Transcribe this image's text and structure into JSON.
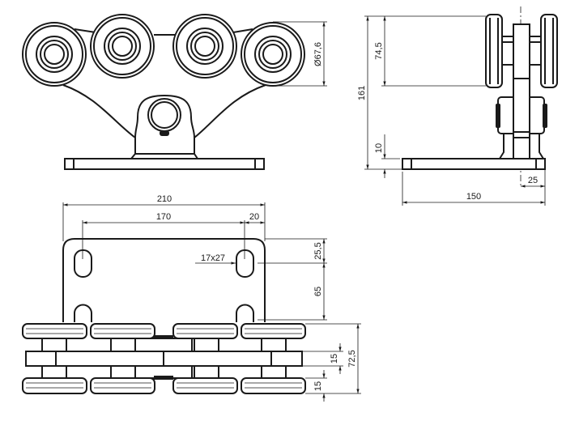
{
  "drawing": {
    "front_view": {
      "diameter_label": "Ø67,6"
    },
    "side_view": {
      "total_height": "161",
      "wheel_height": "74,5",
      "plate_thickness": "10",
      "offset": "25",
      "plate_width": "150"
    },
    "bottom_view": {
      "plate_length": "210",
      "hole_spacing": "170",
      "edge_offset": "20",
      "slot_size": "17x27",
      "hole_top_offset": "25,5",
      "hole_to_bottom": "65",
      "plate_gap": "15",
      "wheel_thickness": "15",
      "total_depth": "72,5"
    }
  }
}
